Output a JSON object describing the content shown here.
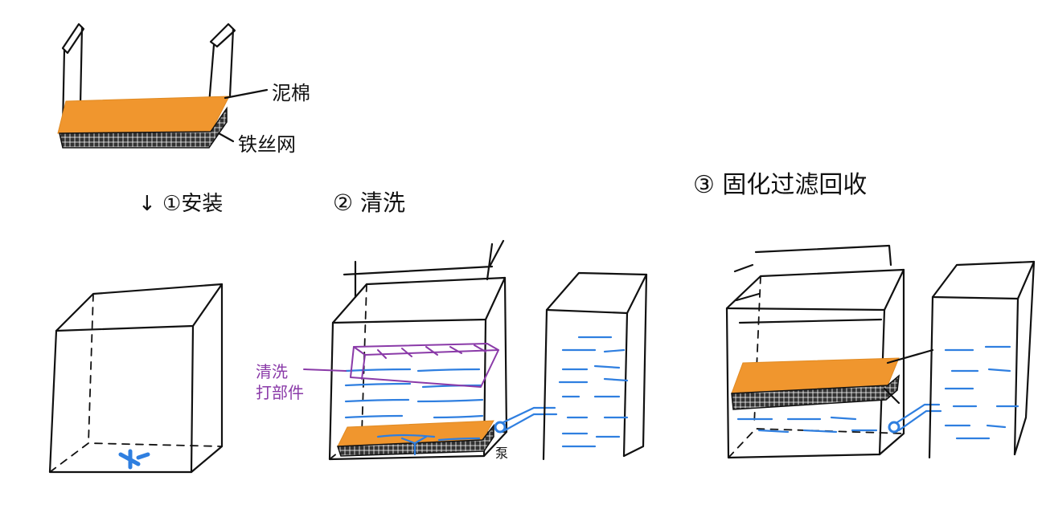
{
  "labels": {
    "sponge": "泥棉",
    "wire_mesh": "铁丝网",
    "step1": "↓ ①安装",
    "step2": "② 清洗",
    "step3": "③ 固化过滤回收",
    "cleaning_part_line1": "清洗",
    "cleaning_part_line2": "打部件",
    "outlet": "泵"
  },
  "colors": {
    "sponge": "#f0962e",
    "water": "#2f7fe0",
    "annotation": "#8a3aa8",
    "ink": "#111111"
  }
}
